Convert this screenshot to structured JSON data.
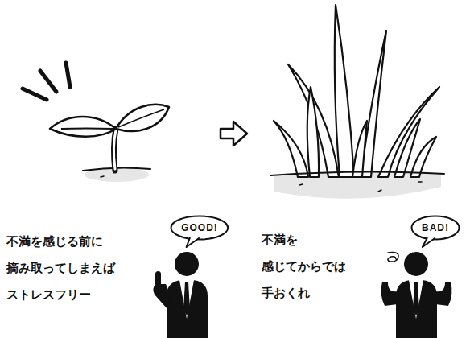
{
  "diagram": {
    "nodes": [
      {
        "text": [
          "GOOD!"
        ]
      },
      {
        "text": [
          "BAD!"
        ]
      }
    ],
    "labels": [
      "不満を感じる前に 摘み取ってしまえば ストレスフリー",
      "不満を 感じてからでは 手おくれ"
    ]
  }
}
